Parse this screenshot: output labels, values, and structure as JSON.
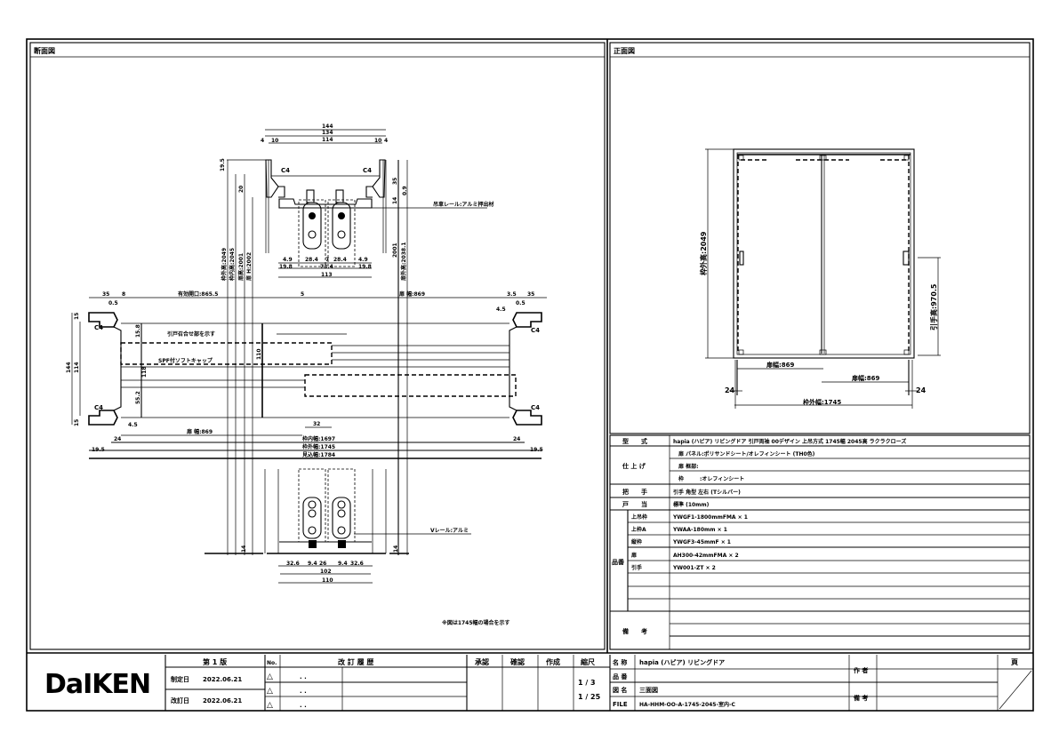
{
  "sections": {
    "section_view_title": "断面図",
    "front_view_title": "正面図"
  },
  "section_view": {
    "top_detail": {
      "dims_top": [
        "144",
        "134",
        "114",
        "4",
        "10",
        "10",
        "4"
      ],
      "chamfers": [
        "C4",
        "C4"
      ],
      "dims_side": [
        "19.5",
        "20",
        "35",
        "14",
        "0.9"
      ],
      "dims_bottom": [
        "4.9",
        "28.4",
        "7",
        "28.4",
        "4.9",
        "19.8",
        "73.4",
        "19.8",
        "113"
      ],
      "verticals": [
        "枠外高:2049",
        "枠内高:2045",
        "扉高:2001",
        "扉 H:2002"
      ],
      "verticals_right": [
        "2001",
        "扉外高:2038.1"
      ],
      "rail_note": "吊車レール:アルミ押出材"
    },
    "plan": {
      "dims_top": [
        "35",
        "8",
        "0.5",
        "有効開口:865.5",
        "5",
        "扉 幅:869",
        "3.5",
        "35",
        "0.5",
        "4.5"
      ],
      "chamfers": [
        "C4",
        "C4",
        "C4",
        "C4"
      ],
      "dims_left": [
        "144",
        "114",
        "15",
        "15"
      ],
      "dims_inner": [
        "15.8",
        "118",
        "55.2",
        "110"
      ],
      "notes": [
        "引戸召合せ部を示す",
        "SPF付ソフトキャップ"
      ],
      "dims_bottom": [
        "4.5",
        "扉 幅:869",
        "32",
        "24",
        "24",
        "枠内幅:1697",
        "枠外幅:1745",
        "19.5",
        "19.5",
        "見込幅:1784"
      ]
    },
    "bottom_detail": {
      "dims_side": [
        "14",
        "14"
      ],
      "dims_bottom": [
        "32.6",
        "9.4",
        "26",
        "9.4",
        "32.6",
        "102",
        "110"
      ],
      "rail_note": "Vレール:アルミ"
    },
    "footnote": "※図は1745幅の場合を示す"
  },
  "front_view": {
    "frame_height": "枠外高:2049",
    "door_width_left": "扉幅:869",
    "door_width_right": "扉幅:869",
    "offset_left": "24",
    "offset_right": "24",
    "frame_width": "枠外幅:1745",
    "handle_height": "引手高:970.5"
  },
  "spec_table": {
    "rows": [
      {
        "label": "型　　式",
        "value": "hapia (ハピア)  リビングドア  引戸両袖  00デザイン  上吊方式  1745幅  2045高  ラクラクローズ"
      },
      {
        "label": "仕 上 げ",
        "sub": [
          "扉  パネル:ポリサンドシート/オレフィンシート (TH0色)",
          "扉  框部:",
          "枠　　　:オレフィンシート"
        ]
      },
      {
        "label": "把　　手",
        "value": "引手  角型  左右 (Tシルバー)"
      },
      {
        "label": "戸　　当",
        "value": "標準 (10mm)"
      }
    ],
    "parts_label": "品番",
    "parts": [
      {
        "name": "上吊枠",
        "code": "YWGF1-1800mmFMA × 1"
      },
      {
        "name": "上枠A",
        "code": "YWAA-180mm × 1"
      },
      {
        "name": "縦枠",
        "code": "YWGF3-45mmF × 1"
      },
      {
        "name": "扉",
        "code": "AH300-42mmFMA × 2"
      },
      {
        "name": "引手",
        "code": "YW001-ZT × 2"
      }
    ],
    "remarks_label": "備　　考"
  },
  "title_block": {
    "logo": "DaIKEN",
    "edition": "第 1 版",
    "established_label": "制定日",
    "established_date": "2022.06.21",
    "revised_label": "改訂日",
    "revised_date": "2022.06.21",
    "no_label": "No.",
    "revision_history_label": "改 訂 履 歴",
    "revision_marks": [
      "△",
      "△",
      "△"
    ],
    "revision_dates": [
      ". .",
      ". .",
      ". ."
    ],
    "approved_label": "承認",
    "checked_label": "確認",
    "created_label": "作成",
    "scale_label": "縮尺",
    "scales": [
      "1 / 3",
      "1 / 25"
    ],
    "name_label": "名 称",
    "name_value": "hapia (ハピア)  リビングドア",
    "part_no_label": "品 番",
    "drawing_name_label": "図 名",
    "drawing_name_value": "三面図",
    "file_label": "FILE",
    "file_value": "HA-HHM-OO-A-1745-2045-室内-C",
    "author_label": "作 者",
    "remarks_label": "備 考",
    "page_label": "頁"
  }
}
